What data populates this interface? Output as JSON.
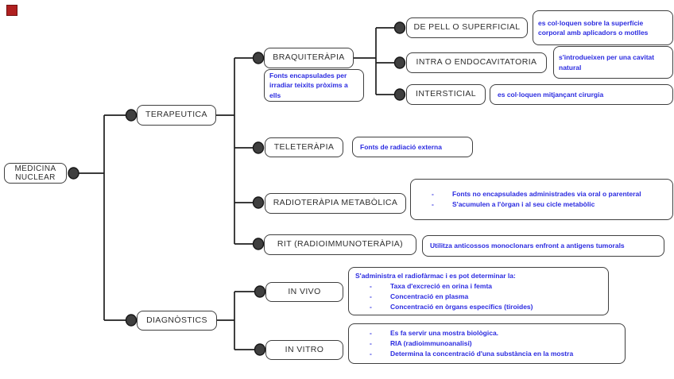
{
  "ui": {
    "bullet_char": "-",
    "colors": {
      "note_text": "#2b2be0",
      "node_border": "#3f3f3f",
      "line": "#1f1f1f",
      "dot_fill": "#3f3f3f",
      "marker_red": "#b02020"
    }
  },
  "nodes": {
    "root": {
      "label": "MEDICINA NUCLEAR"
    },
    "terapeutica": {
      "label": "TERAPEUTICA"
    },
    "braquiterapia": {
      "label": "BRAQUITERÀPIA"
    },
    "de_pell": {
      "label": "DE PELL O SUPERFICIAL"
    },
    "intra": {
      "label": "INTRA O ENDOCAVITATORIA"
    },
    "intersticial": {
      "label": "INTERSTICIAL"
    },
    "teleterapia": {
      "label": "TELETERÀPIA"
    },
    "radioterapia": {
      "label": "RADIOTERÀPIA METABÒLICA"
    },
    "rit": {
      "label": "RIT (RADIOIMMUNOTERÀPIA)"
    },
    "diagnostics": {
      "label": "DIAGNÒSTICS"
    },
    "in_vivo": {
      "label": "IN VIVO"
    },
    "in_vitro": {
      "label": "IN VITRO"
    }
  },
  "notes": {
    "braquiterapia": {
      "text": "Fonts encapsulades per irradiar teixits pròxims a ells"
    },
    "de_pell": {
      "text": "es col·loquen sobre la superfície corporal amb aplicadors o motlles"
    },
    "intra": {
      "text": "s'introdueixen per una cavitat natural"
    },
    "intersticial": {
      "text": "es col·loquen mitjançant cirurgia"
    },
    "teleterapia": {
      "text": "Fonts de radiació externa"
    },
    "radioterapia": {
      "items": [
        "Fonts no encapsulades administrades via oral o parenteral",
        "S'acumulen a l'òrgan i al seu cicle metabòlic"
      ]
    },
    "rit": {
      "text": "Utilitza anticossos monoclonars enfront a antigens tumorals"
    },
    "in_vivo": {
      "intro": "S'administra el radiofàrmac i es pot determinar la:",
      "items": [
        "Taxa d'excreció en orina i femta",
        "Concentració en plasma",
        "Concentració en òrgans específics (tiroides)"
      ]
    },
    "in_vitro": {
      "items": [
        "Es fa servir una mostra biològica.",
        "RIA (radioimmunoanalisi)",
        "Determina la concentració d'una substància en la mostra"
      ]
    }
  }
}
